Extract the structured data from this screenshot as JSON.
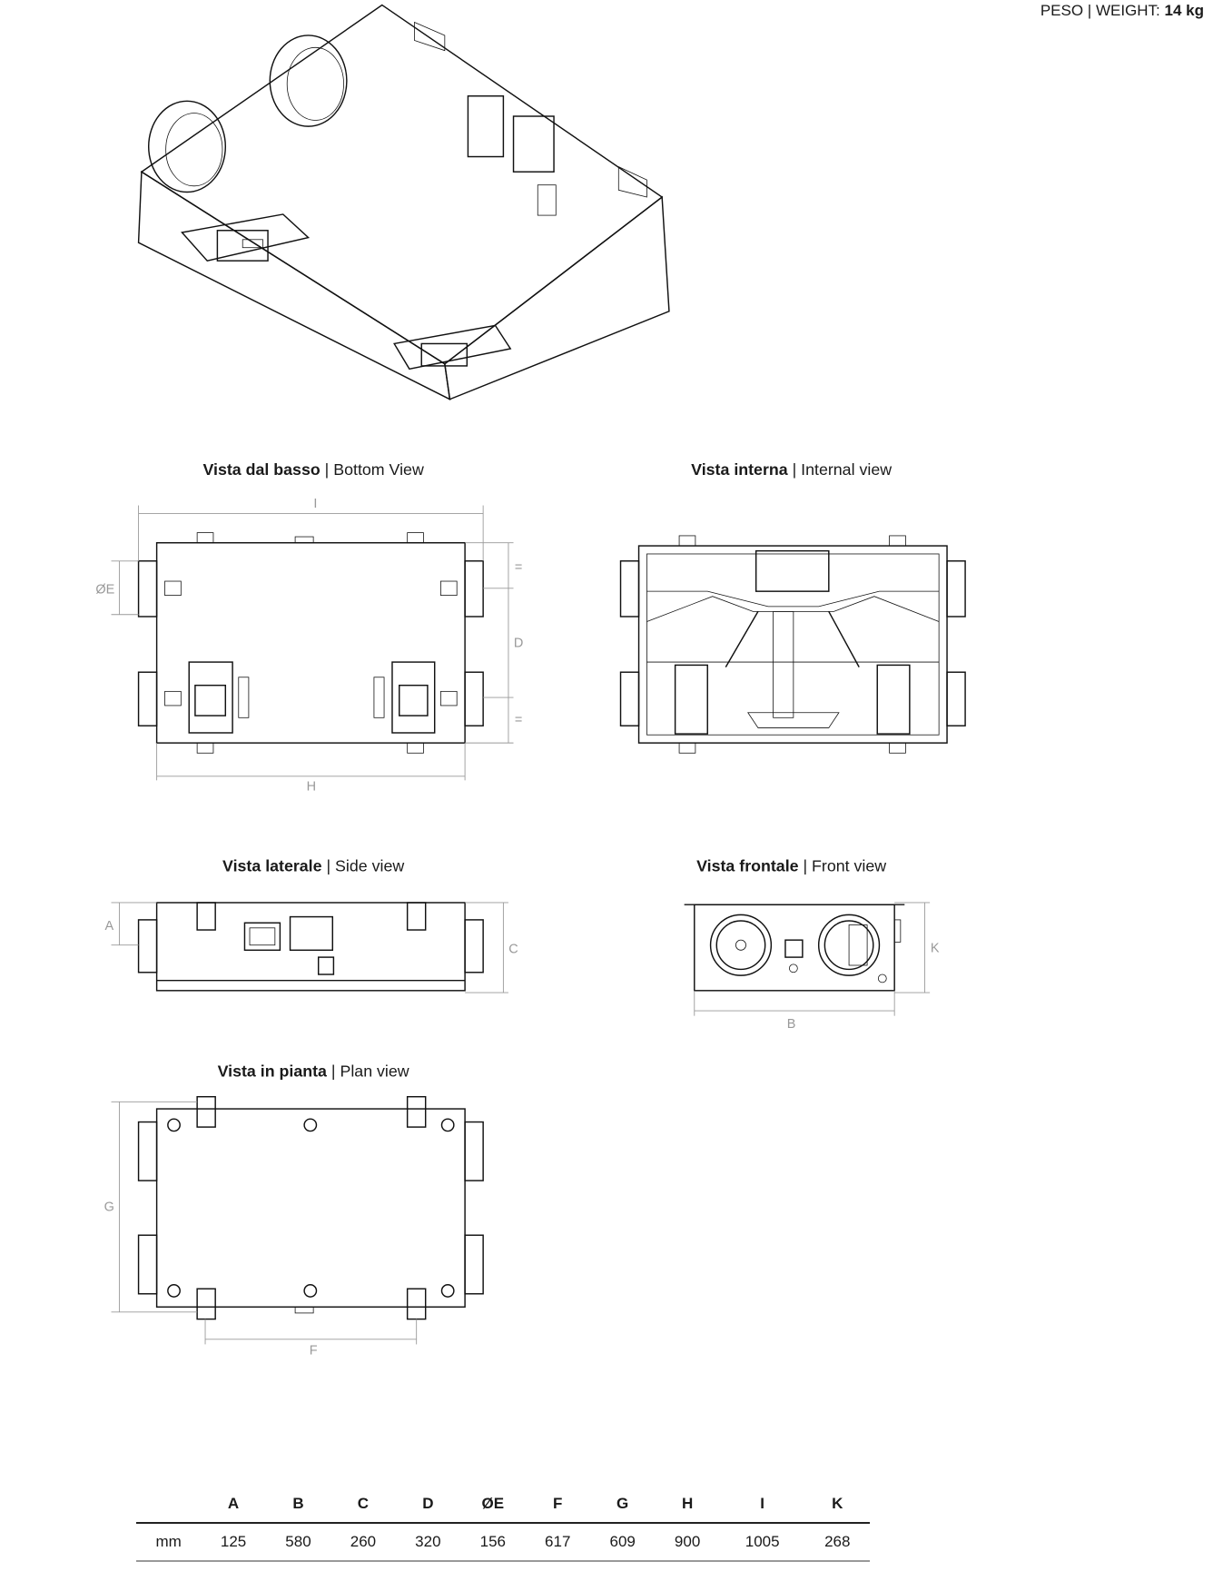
{
  "weight": {
    "label": "PESO | WEIGHT:",
    "value": "14 kg"
  },
  "views": {
    "bottom": {
      "title_it": "Vista dal basso",
      "title_en": " | Bottom View"
    },
    "internal": {
      "title_it": "Vista interna",
      "title_en": " | Internal view"
    },
    "side": {
      "title_it": "Vista laterale",
      "title_en": " | Side view"
    },
    "front": {
      "title_it": "Vista frontale",
      "title_en": " | Front view"
    },
    "plan": {
      "title_it": "Vista in pianta",
      "title_en": " | Plan view"
    }
  },
  "dimension_labels": {
    "A": "A",
    "B": "B",
    "C": "C",
    "D": "D",
    "E": "ØE",
    "F": "F",
    "G": "G",
    "H": "H",
    "I": "I",
    "K": "K",
    "eq": "="
  },
  "table": {
    "row_label": "mm",
    "headers": [
      "A",
      "B",
      "C",
      "D",
      "ØE",
      "F",
      "G",
      "H",
      "I",
      "K"
    ],
    "values": [
      "125",
      "580",
      "260",
      "320",
      "156",
      "617",
      "609",
      "900",
      "1005",
      "268"
    ]
  }
}
